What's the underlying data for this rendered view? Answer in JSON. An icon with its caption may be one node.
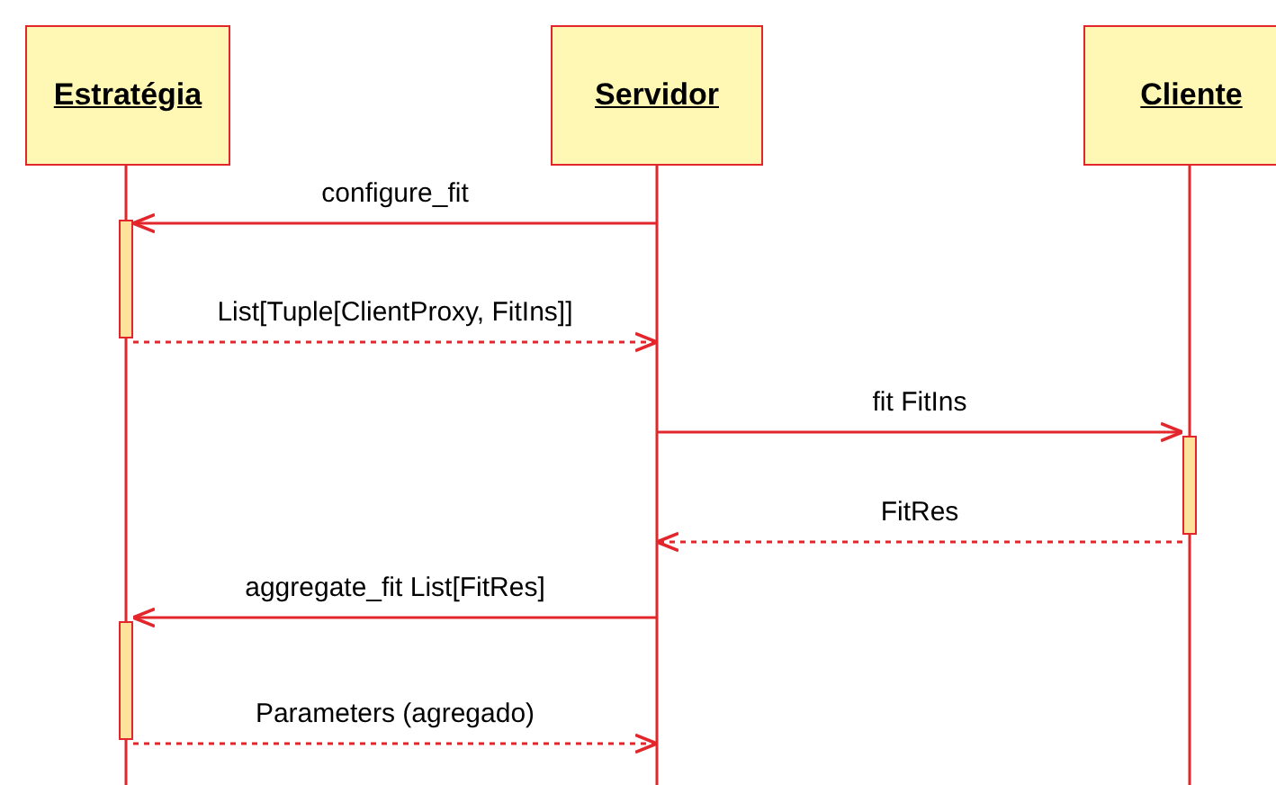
{
  "diagram": {
    "nodes": [
      {
        "text": [
          "Estratégia"
        ]
      },
      {
        "text": [
          "Servidor"
        ]
      },
      {
        "text": [
          "Cliente"
        ]
      },
      {
        "text": [],
        "shape": "bar",
        "in": 0
      },
      {
        "text": [],
        "shape": "bar",
        "in": 2
      },
      {
        "text": [],
        "shape": "bar",
        "in": 0
      }
    ],
    "edges": [
      {
        "from": 1,
        "to": 3,
        "arrow": "to",
        "label": "configure_fit"
      },
      {
        "from": 3,
        "to": 1,
        "arrow": "to",
        "label": "List[Tuple[ClientProxy, FitIns]]",
        "style": "dashed"
      },
      {
        "from": 1,
        "to": 4,
        "arrow": "to",
        "label": "fit FitIns"
      },
      {
        "from": 4,
        "to": 1,
        "arrow": "to",
        "label": "FitRes",
        "style": "dashed"
      },
      {
        "from": 1,
        "to": 5,
        "arrow": "to",
        "label": "aggregate_fit List[FitRes]"
      },
      {
        "from": 5,
        "to": 1,
        "arrow": "to",
        "label": "Parameters (agregado)",
        "style": "dashed"
      }
    ]
  }
}
